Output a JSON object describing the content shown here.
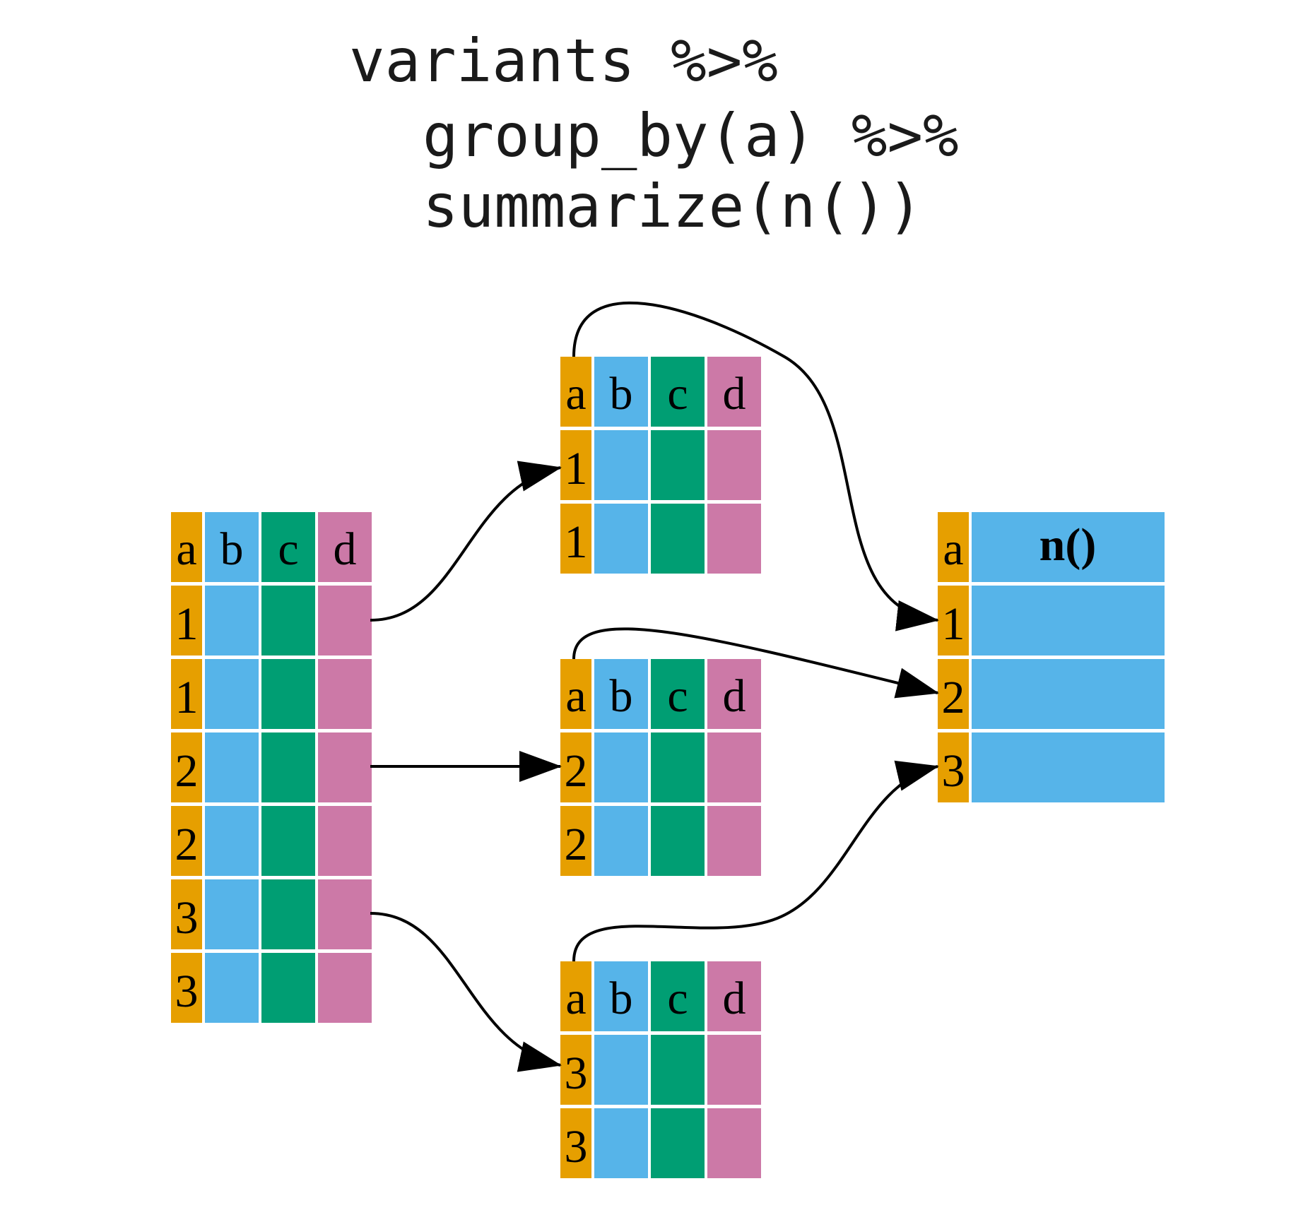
{
  "code": {
    "line1": "variants %>%",
    "line2": "group_by(a) %>%",
    "line3": "summarize(n())"
  },
  "colors": {
    "a": "#e69f00",
    "b": "#56b4e9",
    "c": "#009e73",
    "d": "#cc79a7",
    "gap": "#ffffff",
    "arrow": "#000000"
  },
  "columns": [
    "a",
    "b",
    "c",
    "d"
  ],
  "input_table": {
    "a_values": [
      "1",
      "1",
      "2",
      "2",
      "3",
      "3"
    ]
  },
  "groups": [
    {
      "a_values": [
        "1",
        "1"
      ]
    },
    {
      "a_values": [
        "2",
        "2"
      ]
    },
    {
      "a_values": [
        "3",
        "3"
      ]
    }
  ],
  "result_table": {
    "header_a": "a",
    "header_n": "n()",
    "a_values": [
      "1",
      "2",
      "3"
    ]
  }
}
